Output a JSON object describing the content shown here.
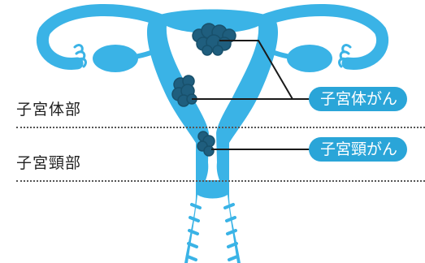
{
  "zones": {
    "corpus_label": "子宮体部",
    "cervix_label": "子宮頸部"
  },
  "callouts": {
    "corpus_cancer": "子宮体がん",
    "cervical_cancer": "子宮頸がん"
  },
  "colors": {
    "organ": "#3ab3e6",
    "inner_white": "#ffffff",
    "tumor": "#1f5e7e",
    "tumor_dark": "#18506b",
    "callout_bg": "#2aa5d8",
    "leader_line": "#1a1a1a",
    "zone_text": "#222222"
  }
}
